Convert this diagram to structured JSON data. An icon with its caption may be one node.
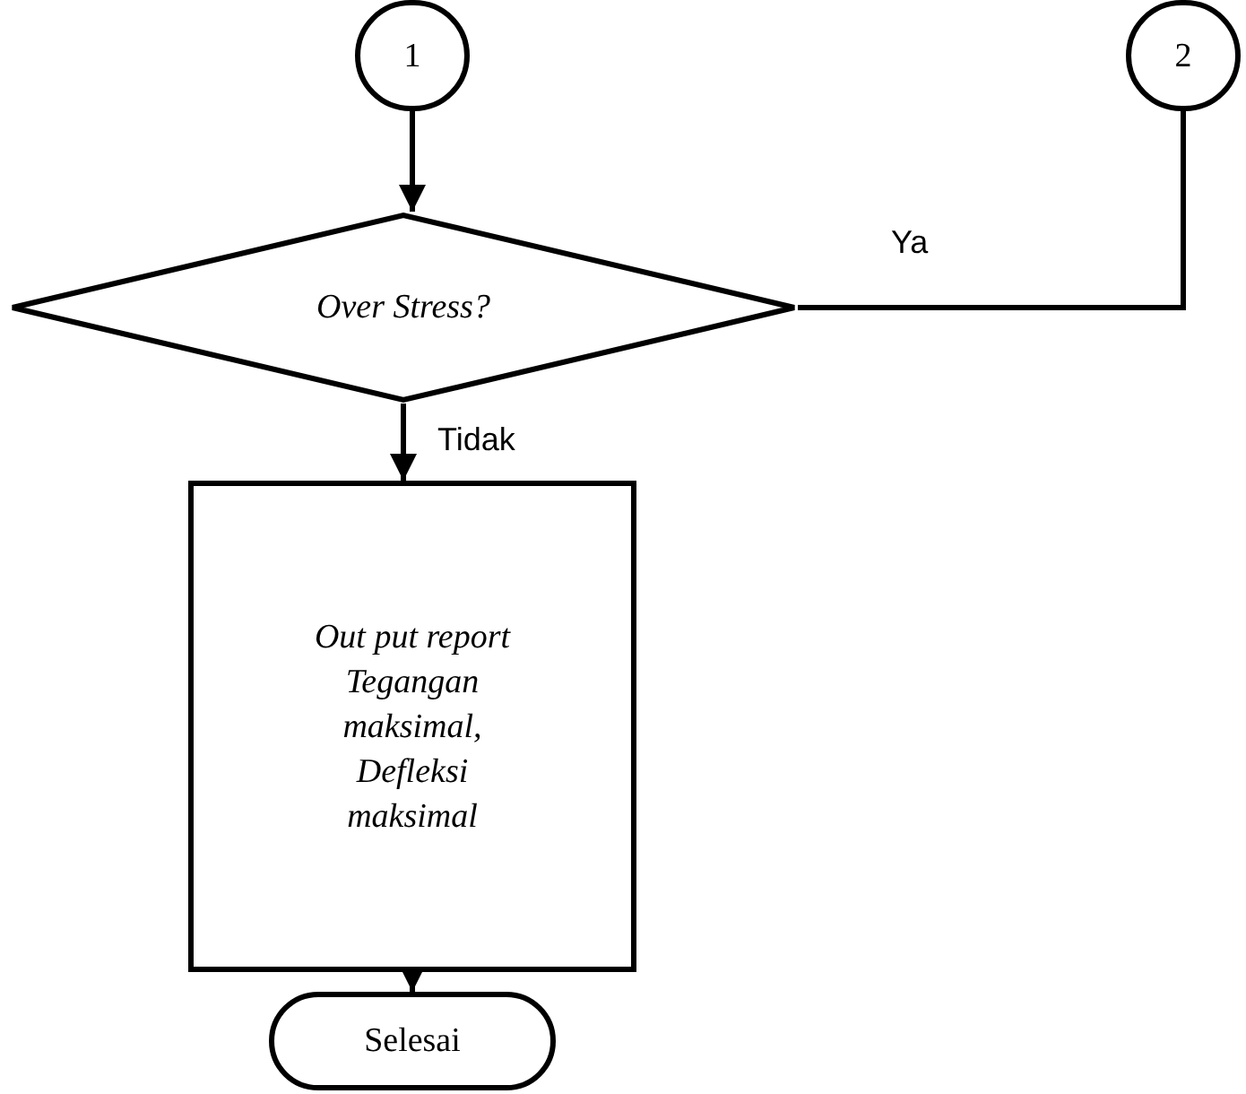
{
  "diagram": {
    "nodes": [
      {
        "text": [
          "1"
        ]
      },
      {
        "text": [
          "Over Stress?"
        ]
      },
      {
        "text": [
          "2"
        ]
      },
      {
        "text": [
          "Out put report Tegangan maksimal, Defleksi maksimal"
        ]
      },
      {
        "text": [
          "Selesai"
        ]
      }
    ],
    "edges": [
      {
        "from": 0,
        "to": 1,
        "arrow": "to"
      },
      {
        "from": 1,
        "to": 2,
        "arrow": "none",
        "label": "Ya"
      },
      {
        "from": 1,
        "to": 3,
        "arrow": "to",
        "label": "Tidak"
      },
      {
        "from": 3,
        "to": 4,
        "arrow": "to"
      }
    ]
  }
}
